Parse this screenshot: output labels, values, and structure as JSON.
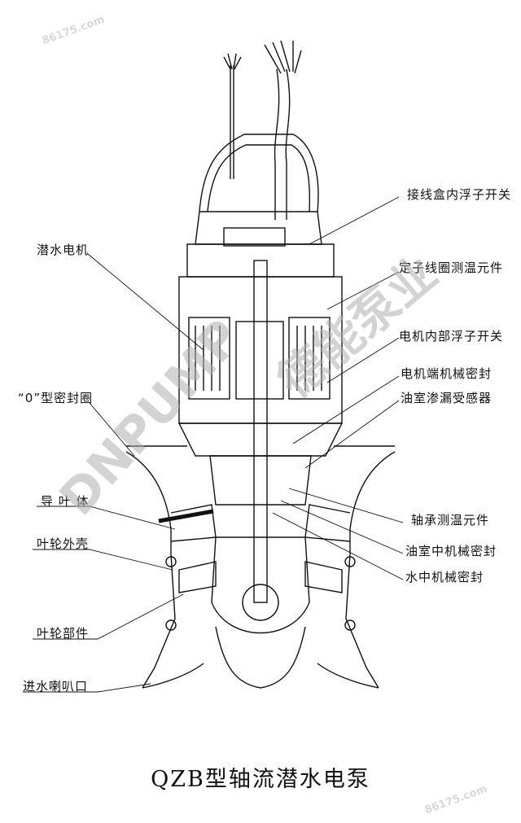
{
  "labels_left": [
    "潜水电机",
    "“0”型密封圈",
    "导 叶 体",
    "叶轮外壳",
    "叶轮部件",
    "进水喇叭口"
  ],
  "labels_right": [
    "接线盒内浮子开关",
    "定子线圈测温元件",
    "电机内部浮子开关",
    "电机端机械密封",
    "油室渗漏受感器",
    "轴承测温元件",
    "油室中机械密封",
    "水中机械密封"
  ],
  "title": "QZB型轴流潜水电泵",
  "watermark_brand": "DNPUMP",
  "watermark_cn": "德能泵业",
  "watermark_site": "86175.com",
  "colors": {
    "line": "#111111",
    "watermark": "#b0b0b0",
    "background": "#ffffff"
  }
}
